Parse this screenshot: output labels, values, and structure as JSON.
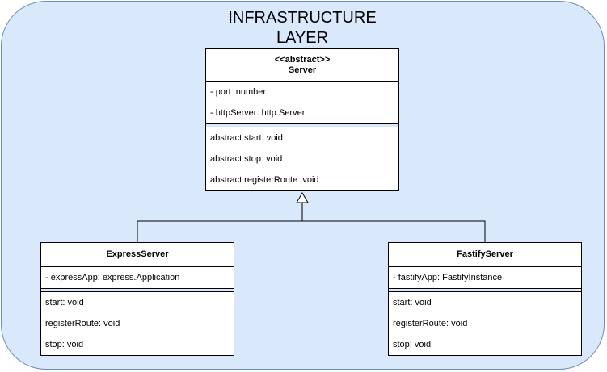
{
  "layer": {
    "title": "INFRASTRUCTURE\nLAYER"
  },
  "server": {
    "stereotype": "<<abstract>>",
    "name": "Server",
    "attributes": [
      "- port: number",
      "- httpServer: http.Server"
    ],
    "methods": [
      "abstract start: void",
      "abstract stop: void",
      "abstract registerRoute: void"
    ]
  },
  "express": {
    "name": "ExpressServer",
    "attributes": [
      "- expressApp: express.Application"
    ],
    "methods": [
      "start: void",
      "registerRoute: void",
      "stop: void"
    ]
  },
  "fastify": {
    "name": "FastifyServer",
    "attributes": [
      "- fastifyApp: FastifyInstance"
    ],
    "methods": [
      "start: void",
      "registerRoute: void",
      "stop: void"
    ]
  },
  "colors": {
    "layer_fill": "#dae8fc",
    "layer_border": "#6c8ebf",
    "class_fill": "#ffffff",
    "line": "#000000"
  }
}
